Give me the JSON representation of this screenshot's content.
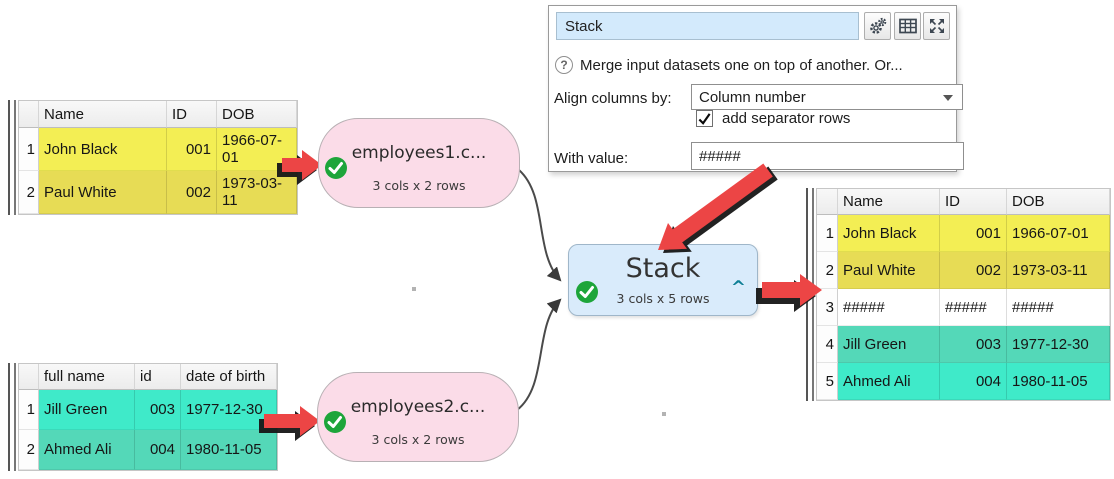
{
  "panel": {
    "title": "Stack",
    "help": "Merge input datasets one on top of another. Or...",
    "align_label": "Align columns by:",
    "align_value": "Column number",
    "separator_label": "add separator rows",
    "separator_checked": true,
    "with_label": "With value:",
    "with_value": "#####",
    "icons": [
      "gear-icon",
      "table-icon",
      "expand-icon",
      "help-icon",
      "chevron-down-icon"
    ]
  },
  "nodes": {
    "input1": {
      "label": "employees1.c...",
      "sublabel": "3 cols x 2 rows",
      "status_icon": "green-check-icon"
    },
    "input2": {
      "label": "employees2.c...",
      "sublabel": "3 cols x 2 rows",
      "status_icon": "green-check-icon"
    },
    "stack": {
      "label": "Stack",
      "sublabel": "3 cols x 5 rows",
      "status_icon": "green-check-icon",
      "caret": "^"
    }
  },
  "tables": {
    "input1": {
      "headers": [
        "Name",
        "ID",
        "DOB"
      ],
      "rows": [
        [
          "1",
          "John Black",
          "001",
          "1966-07-01"
        ],
        [
          "2",
          "Paul White",
          "002",
          "1973-03-11"
        ]
      ]
    },
    "input2": {
      "headers": [
        "full name",
        "id",
        "date of birth"
      ],
      "rows": [
        [
          "1",
          "Jill Green",
          "003",
          "1977-12-30"
        ],
        [
          "2",
          "Ahmed Ali",
          "004",
          "1980-11-05"
        ]
      ]
    },
    "output": {
      "headers": [
        "Name",
        "ID",
        "DOB"
      ],
      "rows": [
        [
          "1",
          "John Black",
          "001",
          "1966-07-01"
        ],
        [
          "2",
          "Paul White",
          "002",
          "1973-03-11"
        ],
        [
          "3",
          "#####",
          "#####",
          "#####"
        ],
        [
          "4",
          "Jill Green",
          "003",
          "1977-12-30"
        ],
        [
          "5",
          "Ahmed Ali",
          "004",
          "1980-11-05"
        ]
      ]
    }
  },
  "colors": {
    "yellow-bright": "#f3ee54",
    "yellow-dark": "#e7dc55",
    "teal-bright": "#3feac9",
    "teal-dark": "#54d8b8",
    "node-pink": "#fbdce8",
    "node-blue": "#d9ebfb",
    "arrow-red": "#ec4545",
    "arrow-shadow": "#141414",
    "check-green": "#1da53a",
    "caret-teal": "#0e7f95",
    "title-input-blue": "#d3eafc",
    "connector-gray": "#4a4a4a"
  }
}
